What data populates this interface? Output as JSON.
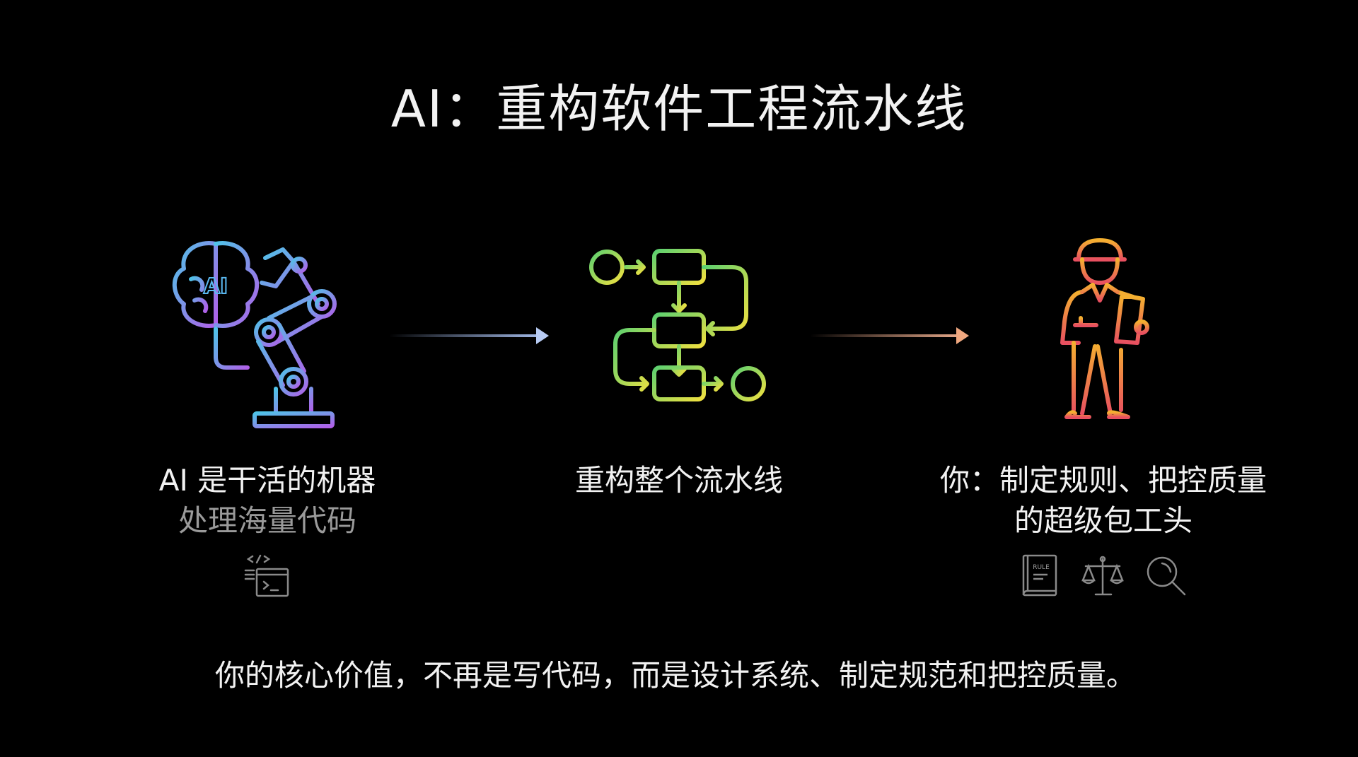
{
  "title": "AI：重构软件工程流水线",
  "left": {
    "label": "AI 是干活的机器",
    "sublabel": "处理海量代码",
    "icon_text": "AI"
  },
  "middle": {
    "label": "重构整个流水线"
  },
  "right": {
    "label_line1": "你：制定规则、把控质量",
    "label_line2": "的超级包工头",
    "rule_icon_text": "RULE"
  },
  "bottom_text": "你的核心价值，不再是写代码，而是设计系统、制定规范和把控质量。",
  "colors": {
    "background": "#000000",
    "blue": "#4fb3e8",
    "purple": "#a070f0",
    "green": "#7ed36a",
    "yellow": "#e8d84a",
    "orange": "#f0a030",
    "red": "#e85050"
  }
}
